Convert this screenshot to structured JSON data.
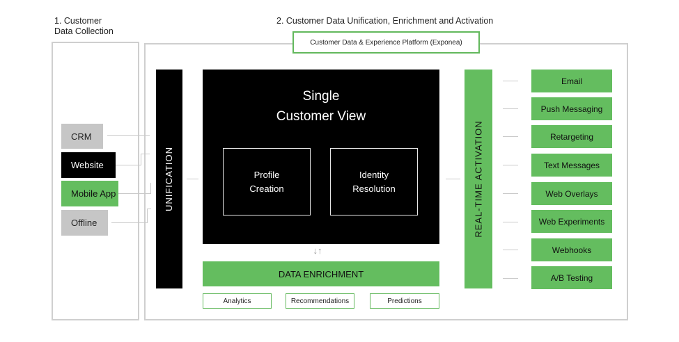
{
  "section1": {
    "title_line1": "1. Customer",
    "title_line2": "Data Collection"
  },
  "section2": {
    "title": "2. Customer Data Unification, Enrichment and Activation"
  },
  "platform": {
    "label": "Customer Data & Experience Platform (Exponea)"
  },
  "sources": [
    "CRM",
    "Website",
    "Mobile App",
    "Offline"
  ],
  "unification": {
    "label": "UNIFICATION"
  },
  "single_view": {
    "title_line1": "Single",
    "title_line2": "Customer View",
    "profile_line1": "Profile",
    "profile_line2": "Creation",
    "identity_line1": "Identity",
    "identity_line2": "Resolution"
  },
  "flow_arrows": "↓↑",
  "enrichment": {
    "label": "DATA ENRICHMENT",
    "items": [
      "Analytics",
      "Recommendations",
      "Predictions"
    ]
  },
  "activation": {
    "label": "REAL-TIME ACTIVATION"
  },
  "channels": [
    "Email",
    "Push Messaging",
    "Retargeting",
    "Text Messages",
    "Web Overlays",
    "Web Experiments",
    "Webhooks",
    "A/B Testing"
  ],
  "colors": {
    "green": "#64bd5f",
    "gray": "#c6c6c6",
    "black": "#000000",
    "frame": "#cfcfcf"
  }
}
